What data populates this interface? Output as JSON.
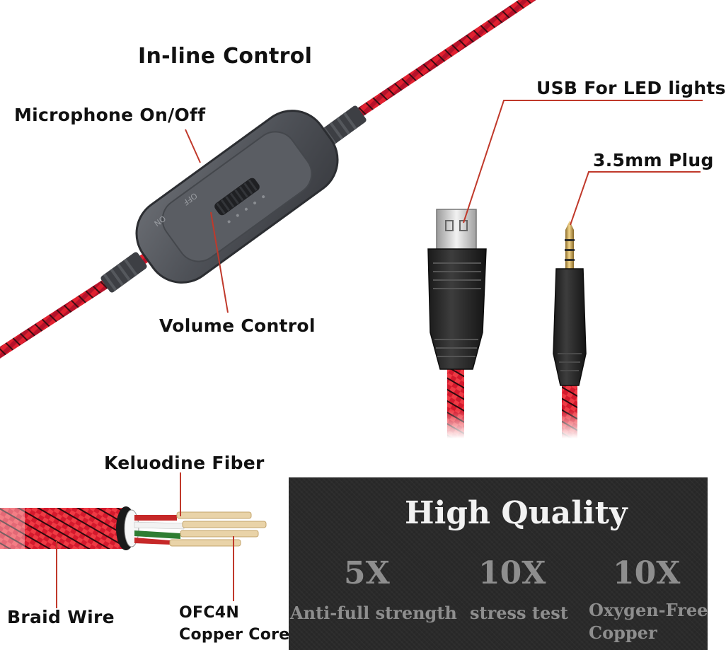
{
  "labels": {
    "title": "In-line Control",
    "microphone": "Microphone On/Off",
    "volume": "Volume Control",
    "usb": "USB For LED lights",
    "plug": "3.5mm Plug",
    "fiber": "Keluodine Fiber",
    "braid": "Braid Wire",
    "core_line1": "OFC4N",
    "core_line2": "Copper Core"
  },
  "control_markings": {
    "off": "OFF",
    "on": "ON"
  },
  "quality": {
    "title": "High Quality",
    "items": [
      {
        "value": "5X",
        "label": "Anti-full strength"
      },
      {
        "value": "10X",
        "label": "stress test"
      },
      {
        "value": "10X",
        "label_line1": "Oxygen-Free",
        "label_line2": "Copper"
      }
    ]
  },
  "colors": {
    "cable_red": "#c8102e",
    "cable_dark": "#2a0a0e",
    "plastic": "#4a4c52",
    "leader_line": "#c0392b",
    "panel": "#2a2a2a"
  }
}
